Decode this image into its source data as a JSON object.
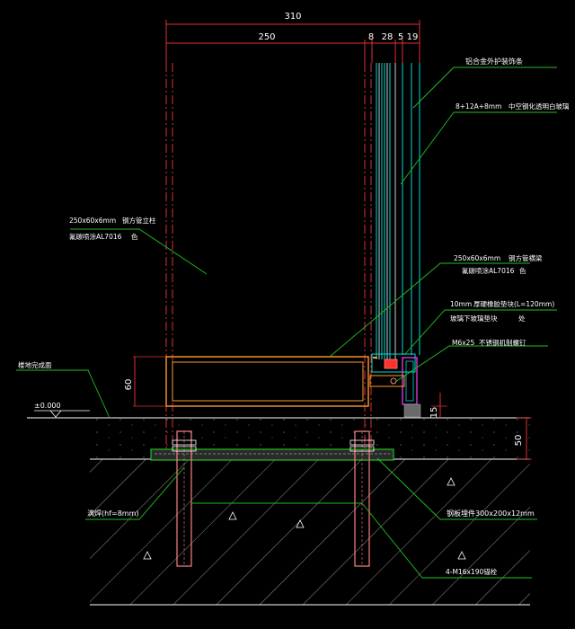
{
  "dimensions": {
    "overall": "310",
    "column_width": "250",
    "gap_8": "8",
    "glass_28": "28",
    "gap_5": "5",
    "frame_19": "19",
    "beam_height": "60",
    "gap_15": "15",
    "slab_50": "50"
  },
  "labels": {
    "aluminum_cover": "铝合金外护装饰条",
    "glass": {
      "spec": "8+12A+8mm",
      "desc": "中空钢化透明白玻璃"
    },
    "column": {
      "spec": "250x60x6mm",
      "name": "钢方管立柱",
      "finish": "氟碳喷涂AL7016",
      "color": "色"
    },
    "beam": {
      "spec": "250x60x6mm",
      "name": "钢方管横梁",
      "finish": "氟碳喷涂AL7016",
      "color": "色"
    },
    "gasket": {
      "spec": "10mm",
      "name": "厚硬橡胶垫块(L=120mm)",
      "desc": "玻璃下玻璃垫块",
      "count": "处"
    },
    "screw": {
      "spec": "M6x25",
      "name": "不锈钢机制螺钉"
    },
    "floor_finish": "楼地完成面",
    "elevation": "±0.000",
    "weld": "满焊(hf=8mm)",
    "embed_plate": "钢板埋件300x200x12mm",
    "anchor_bolts": "4-M16x190锚栓"
  },
  "colors": {
    "dim_red": "#e03030",
    "leader_green": "#20c020",
    "glass_cyan": "#00d8d8",
    "steel_orange": "#ff9a30",
    "bolt_pink": "#ff8080",
    "hatch_gray": "#c8c8c8",
    "frame_magenta": "#ff40ff",
    "line_white": "#ffffff"
  }
}
